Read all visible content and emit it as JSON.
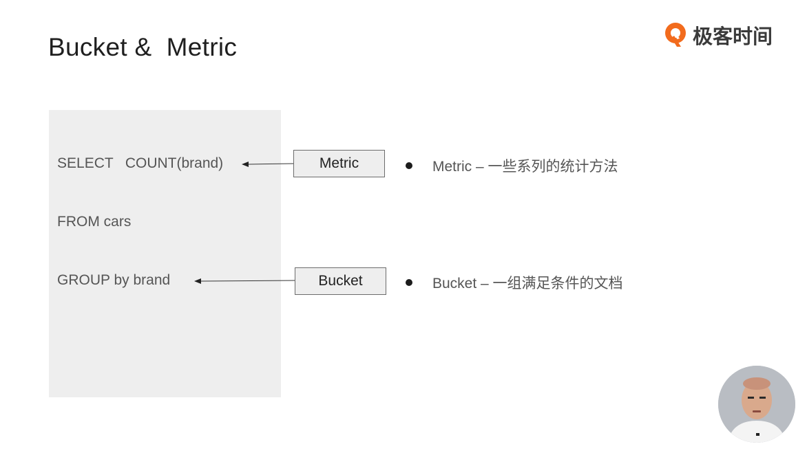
{
  "slide": {
    "title": "Bucket &  Metric",
    "logo": {
      "icon": "geekbang-logo-icon",
      "text": "极客时间",
      "accent_color": "#f26b1d"
    },
    "sql": {
      "lines": [
        "SELECT   COUNT(brand)",
        "FROM cars",
        "GROUP by brand"
      ]
    },
    "tags": {
      "metric": "Metric",
      "bucket": "Bucket"
    },
    "bullets": [
      "Metric – 一些系列的统计方法",
      "Bucket – 一组满足条件的文档"
    ],
    "presenter": {
      "icon": "presenter-video-avatar"
    }
  }
}
